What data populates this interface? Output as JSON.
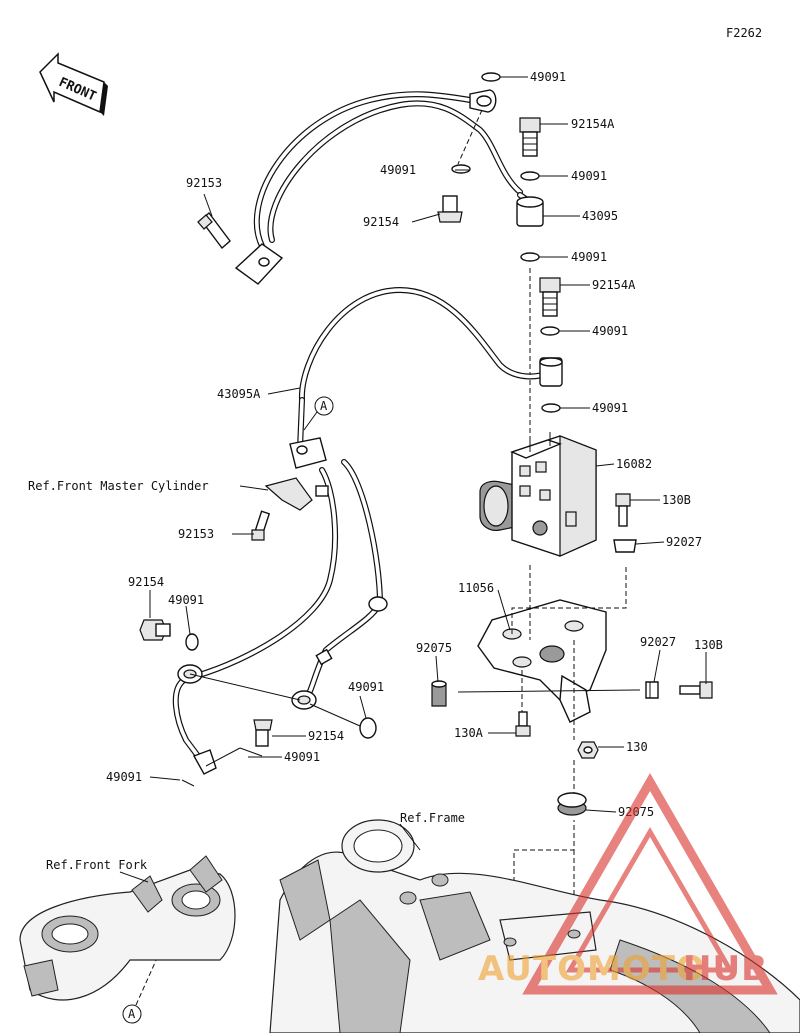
{
  "diagram_code": "F2262",
  "front_label": "FRONT",
  "refs": {
    "front_master_cylinder": "Ref.Front Master Cylinder",
    "frame": "Ref.Frame",
    "front_fork": "Ref.Front Fork"
  },
  "callout_marker": "A",
  "parts": {
    "p49091_a": "49091",
    "p92154A_a": "92154A",
    "p49091_b": "49091",
    "p49091_c": "49091",
    "p92153_a": "92153",
    "p43095": "43095",
    "p92154_a": "92154",
    "p49091_d": "49091",
    "p92154A_b": "92154A",
    "p49091_e": "49091",
    "p49091_f": "49091",
    "p43095A": "43095A",
    "p16082": "16082",
    "p130B_a": "130B",
    "p92153_b": "92153",
    "p92027_a": "92027",
    "p11056": "11056",
    "p92154_b": "92154",
    "p49091_g": "49091",
    "p92075_a": "92075",
    "p92027_b": "92027",
    "p130B_b": "130B",
    "p49091_h": "49091",
    "p130A": "130A",
    "p92154_c": "92154",
    "p130": "130",
    "p49091_i": "49091",
    "p49091_j": "49091",
    "p92075_b": "92075"
  },
  "watermark": {
    "part1": "AUTOMOTO",
    "part2": "HUB",
    "color_orange": "#f0a030",
    "color_red": "#d9302a"
  }
}
